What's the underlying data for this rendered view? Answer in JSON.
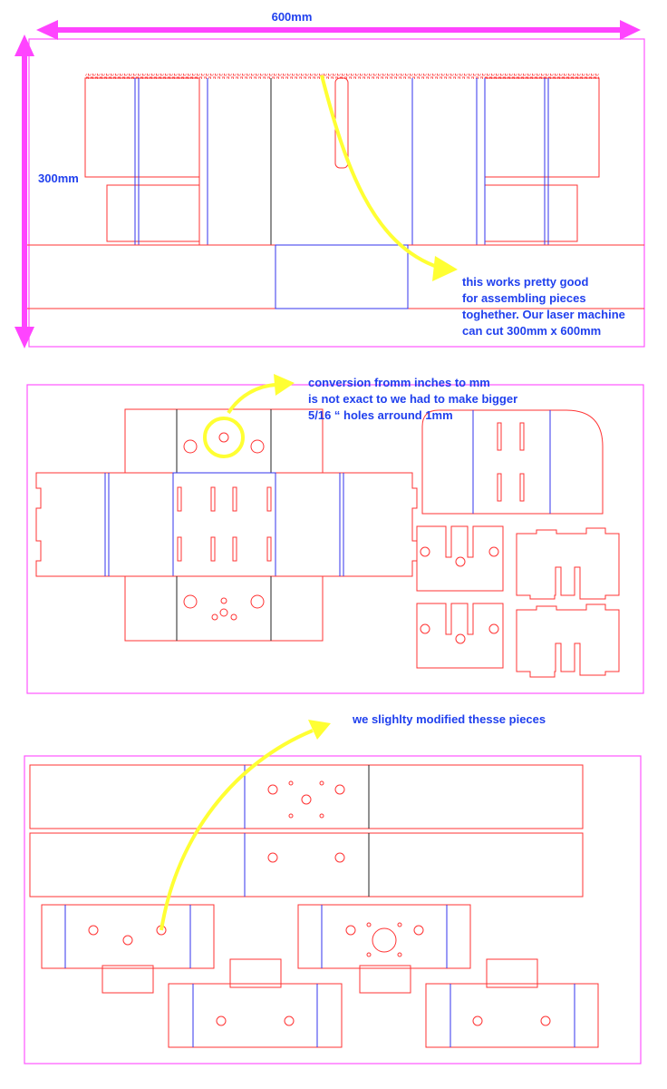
{
  "dimensions": {
    "width_label": "600mm",
    "height_label": "300mm"
  },
  "notes": {
    "note1": [
      "this works pretty good",
      "for assembling pieces",
      "toghether. Our laser machine",
      "can cut 300mm x 600mm"
    ],
    "note2": [
      "conversion fromm inches to mm",
      "is not exact to we had to make bigger",
      "5/16 “ holes arround 1mm"
    ],
    "note3": "we slighlty modified thesse  pieces"
  },
  "colors": {
    "cut": "#ff3333",
    "score": "#3333ee",
    "annotation": "#2040ee",
    "arrow": "#ffff33",
    "sheet": "#ff55ff"
  }
}
